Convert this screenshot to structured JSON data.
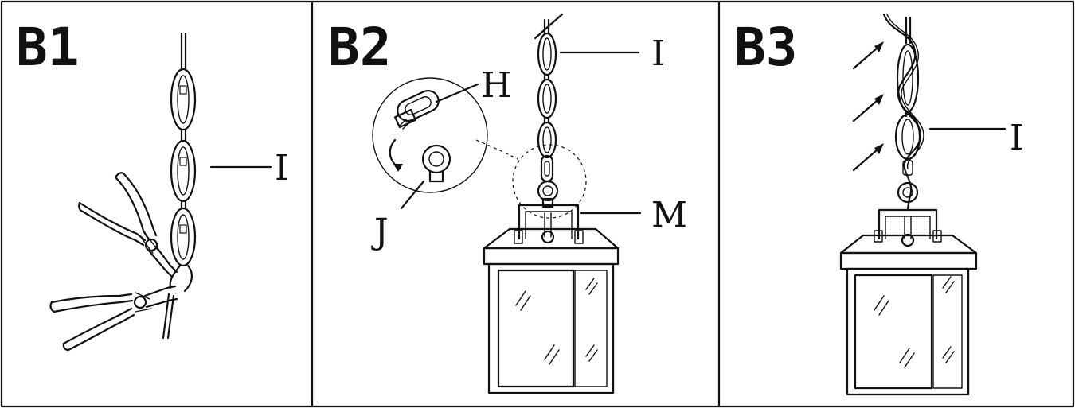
{
  "panels": [
    {
      "title": "B1",
      "callouts": {
        "chain": "I"
      }
    },
    {
      "title": "B2",
      "callouts": {
        "chain": "I",
        "screw_collar_loop": "H",
        "mounting_loop": "J",
        "canopy_bracket": "M"
      }
    },
    {
      "title": "B3",
      "callouts": {
        "chain": "I"
      }
    }
  ]
}
